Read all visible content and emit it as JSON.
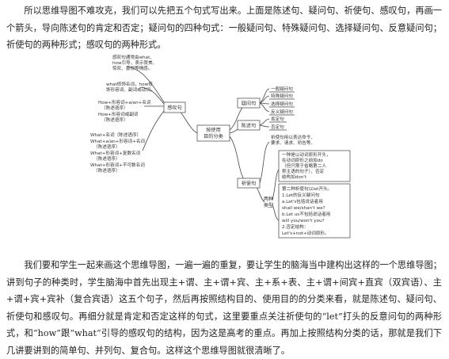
{
  "intro_text": "所以思维导图不难攻克，我们可以先把五个句式写出来。上面是陈述句、疑问句、祈使句、感叹句，再画一个箭头，导向陈述句的肯定和否定；疑问句的四种句式：一般疑问句、特殊疑问句、选择疑问句、反意疑问句；祈使句的两种形式；感叹句的两种形式。",
  "mindmap": {
    "center": [
      "按使用",
      "目的分类"
    ],
    "exclamative": {
      "label": "感叹句",
      "note1": [
        "感叹句通常由what、",
        "how引导，表示赞美、",
        "惊叹、喜悦等情感。"
      ],
      "note2": [
        "what修饰名词，how修",
        "饰形容词、副词或动词。"
      ],
      "how_group": [
        "How+形容词+a/an+名词",
        "（陈述语序）",
        "How+形容词或副词",
        "（陈述语序）"
      ],
      "what_group": [
        "What+名词（陈述语序）",
        "What+a/an+形容词+名词",
        "（陈述语序）",
        "What+形容词+复数名词",
        "（陈述语序）",
        "What+形容词+不可数名词",
        "（陈述语序）"
      ]
    },
    "interrogative": {
      "label": "疑问句",
      "items": [
        "一般疑问句",
        "特殊疑问句",
        "选择疑问句",
        "反义疑问句"
      ]
    },
    "declarative": {
      "label": "陈述句",
      "items": [
        "肯定句",
        "否定句"
      ]
    },
    "imperative": {
      "label": "祈使句",
      "note": [
        "祈使句用以表达命令、",
        "要求、请求、劝告等。"
      ],
      "types_label": [
        "两种",
        "类型"
      ],
      "type1": [
        "一种是以动词原形开头，",
        "在动词原形之前加do",
        "（但只限于省略第二人",
        "称主语的句子），否定",
        "结构加don't"
      ],
      "type2": [
        "第二种祈使句以let开头。",
        "1.Let的反义疑问句",
        "a.Let's包括说话者用",
        "shall we/shan't we?",
        "b.Let us不包括说话者用",
        "will you/won't you?",
        "2.否定结构：",
        "Let's+not+动词原形。"
      ]
    }
  },
  "body_text": "我们要和学生一起来画这个思维导图，一遍一遍的重复，要让学生的脑海当中建构出这样的一个思维导图；讲到句子的种类时，学生脑海中首先出现主+谓、主+谓+宾、主+系+表、主+谓+间宾+直宾（双宾语）、主+谓+宾+宾补（复合宾语）这五个句子，然后再按照结构目的、使用目的的分类来看，就是陈述句、疑问句、祈使句和感叹句。再细分就是肯定和否定这样的句式，这里要重点关注祈使句的“let”打头的反意问句的两种形式，和“how”跟“what”引导的感叹句的结构，因为这是高考的重点。再加上按照结构分类的话，那就是我们下几讲要讲到的简单句、并列句、复合句。这样这个思维导图就很清晰了。"
}
